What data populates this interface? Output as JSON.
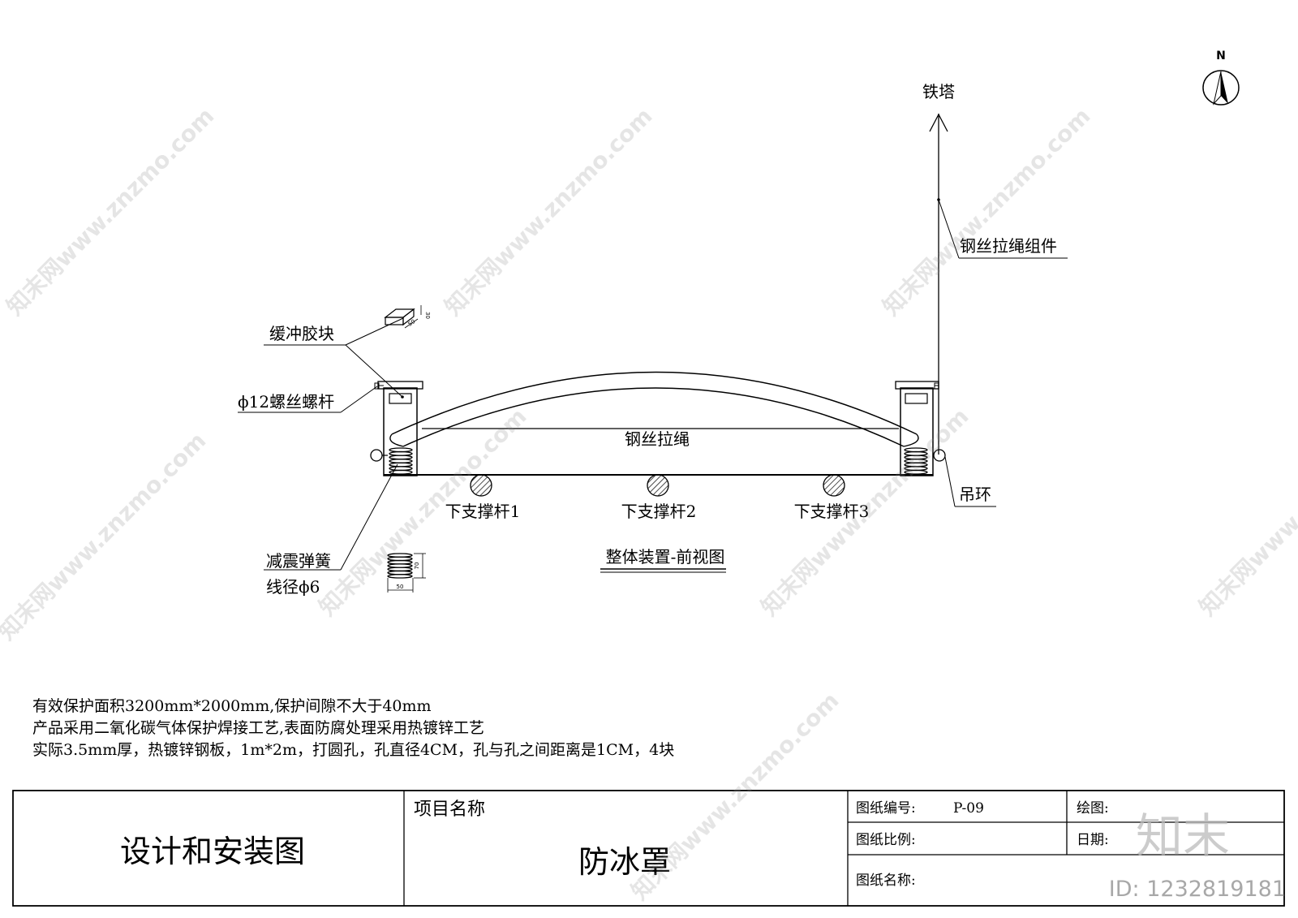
{
  "compass": {
    "label": "N"
  },
  "labels": {
    "tower": "铁塔",
    "wire_assembly": "钢丝拉绳组件",
    "buffer_block": "缓冲胶块",
    "screw_rod": "ϕ12螺丝螺杆",
    "wire_rope": "钢丝拉绳",
    "hanging_ring": "吊环",
    "strut_1": "下支撑杆1",
    "strut_2": "下支撑杆2",
    "strut_3": "下支撑杆3",
    "spring": "减震弹簧",
    "wire_diameter": "线径ϕ6",
    "view_title": "整体装置-前视图"
  },
  "dimensions": {
    "buffer_w": "50",
    "buffer_h": "30",
    "spring_h": "70",
    "spring_w": "50"
  },
  "notes": [
    "有效保护面积3200mm*2000mm,保护间隙不大于40mm",
    "产品采用二氧化碳气体保护焊接工艺,表面防腐处理采用热镀锌工艺",
    "实际3.5mm厚，热镀锌钢板，1m*2m，打圆孔，孔直径4CM，孔与孔之间距离是1CM，4块"
  ],
  "title_block": {
    "drawing_type": "设计和安装图",
    "project_name_label": "项目名称",
    "project_name": "防冰罩",
    "drawing_no_label": "图纸编号:",
    "drawing_no": "P-09",
    "drafter_label": "绘图:",
    "scale_label": "图纸比例:",
    "date_label": "日期:",
    "drawing_name_label": "图纸名称:"
  },
  "watermark": {
    "site": "知末网www.znzmo.com",
    "brand": "知末",
    "id": "ID: 1232819181"
  }
}
